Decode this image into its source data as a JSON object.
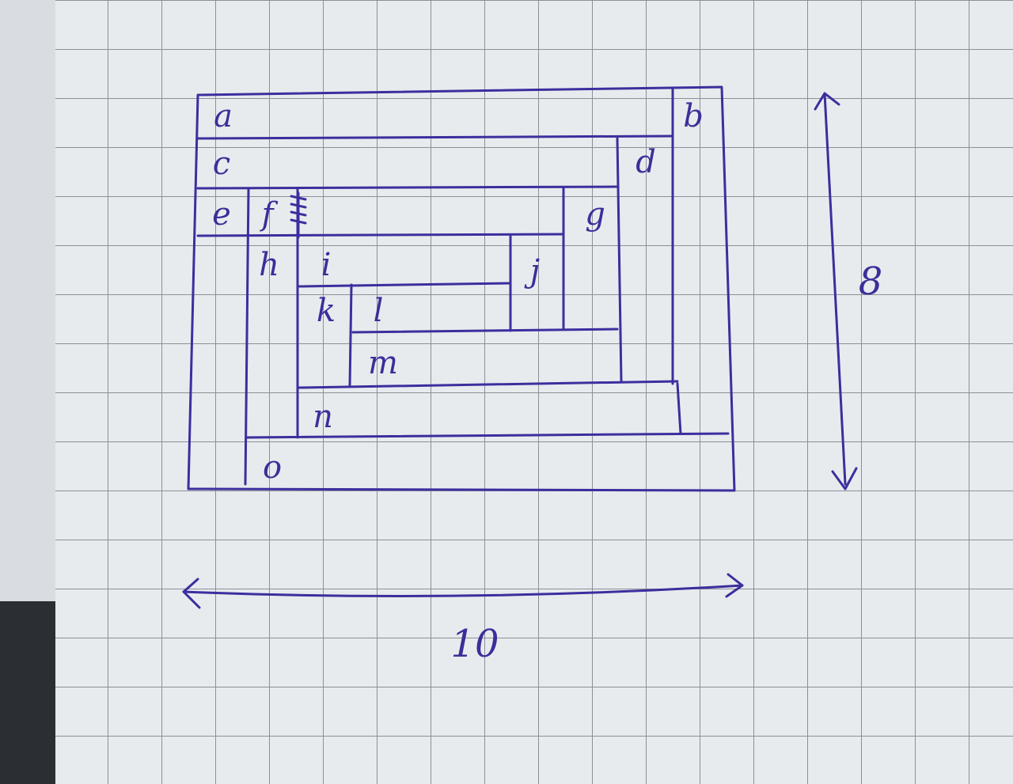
{
  "drawing": {
    "cells": [
      {
        "id": "a",
        "text": "a"
      },
      {
        "id": "b",
        "text": "b"
      },
      {
        "id": "c",
        "text": "c"
      },
      {
        "id": "d",
        "text": "d"
      },
      {
        "id": "e",
        "text": "e"
      },
      {
        "id": "f",
        "text": "f"
      },
      {
        "id": "g",
        "text": "g"
      },
      {
        "id": "h",
        "text": "h"
      },
      {
        "id": "i",
        "text": "i"
      },
      {
        "id": "j",
        "text": "j"
      },
      {
        "id": "k",
        "text": "k"
      },
      {
        "id": "l",
        "text": "l"
      },
      {
        "id": "m",
        "text": "m"
      },
      {
        "id": "n",
        "text": "n"
      },
      {
        "id": "o",
        "text": "o"
      }
    ],
    "height_label": "8",
    "width_label": "10"
  },
  "colors": {
    "paper": "#e8ebee",
    "grid": "#8a9096",
    "ink": "#3b2f9e",
    "backdrop": "#2b2e33"
  }
}
